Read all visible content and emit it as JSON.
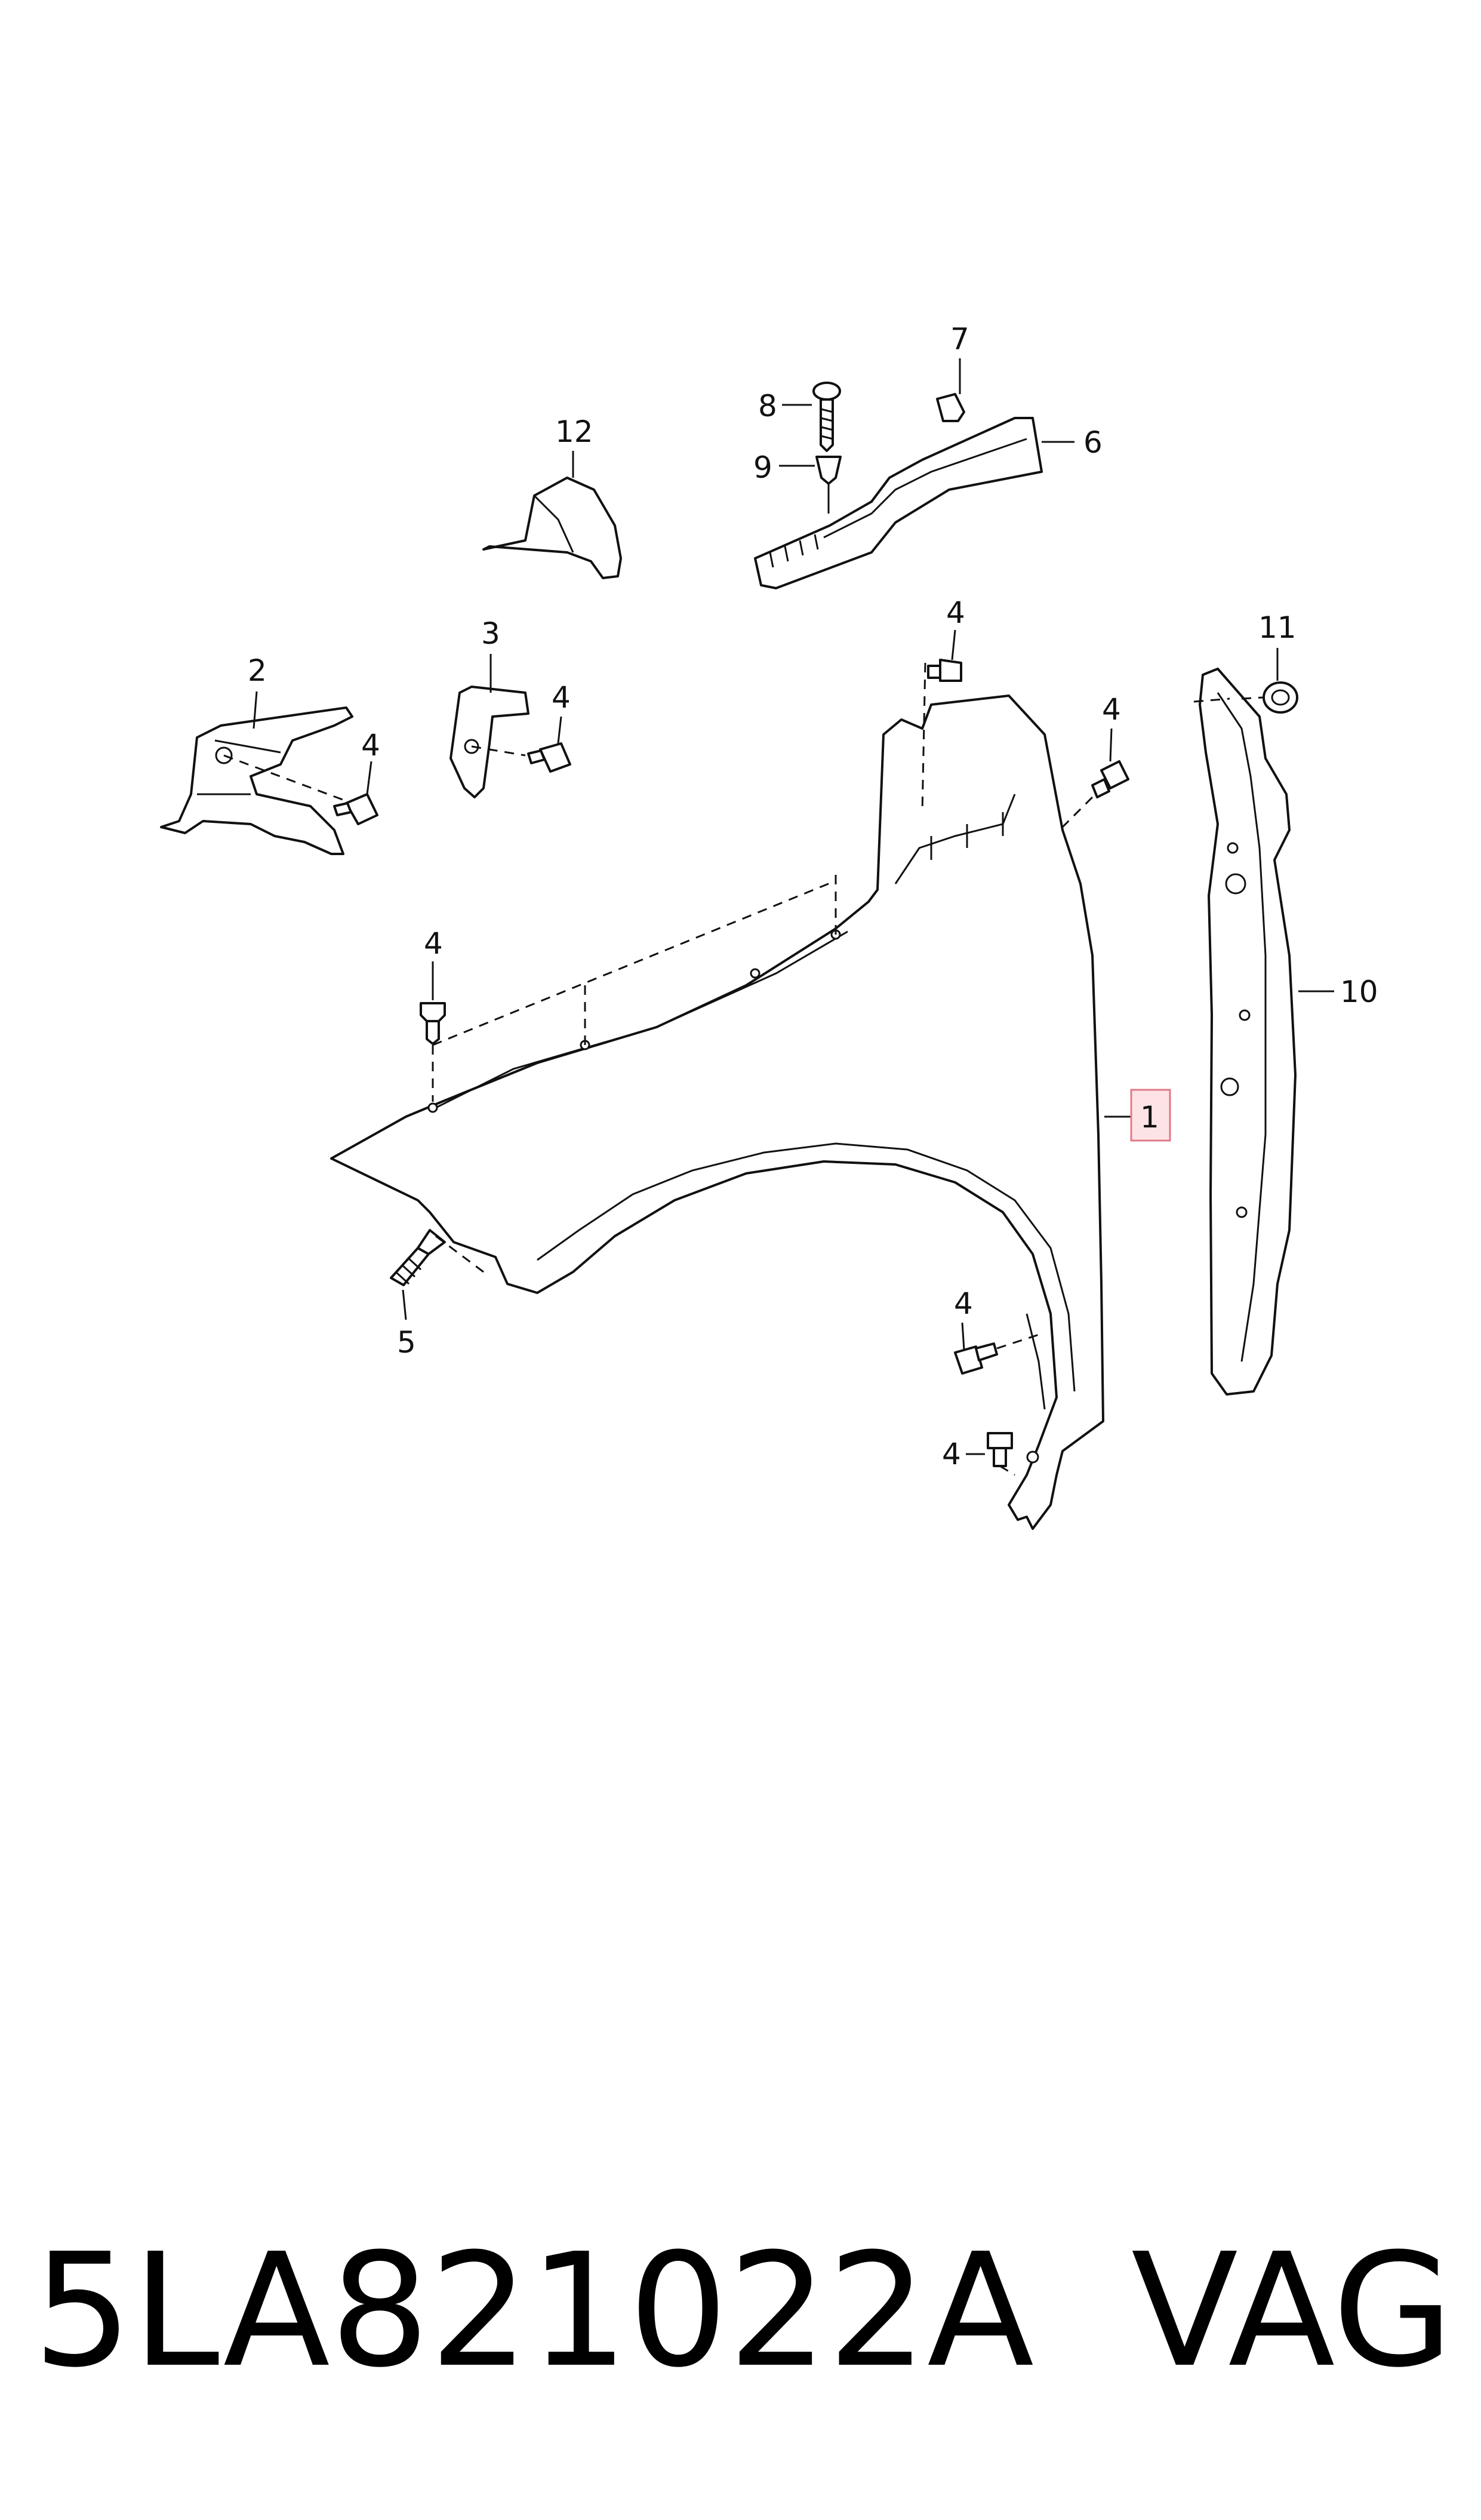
{
  "callouts": {
    "c1": "1",
    "c2": "2",
    "c3": "3",
    "c4": "4",
    "c5": "5",
    "c6": "6",
    "c7": "7",
    "c8": "8",
    "c9": "9",
    "c10": "10",
    "c11": "11",
    "c12": "12"
  },
  "footer": {
    "part_number": "5LA821022A",
    "brand": "VAG"
  },
  "colors": {
    "line": "#111111",
    "highlight_fill": "#fde3e6",
    "highlight_border": "#e07a87"
  }
}
